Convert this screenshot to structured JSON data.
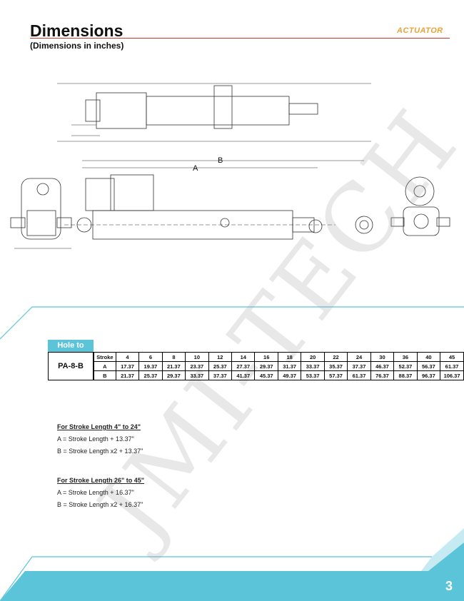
{
  "header": {
    "title": "Dimensions",
    "subtitle": "(Dimensions in inches)",
    "logo_text": "ACTUATOR",
    "accent_color": "#5cc4d9",
    "rule_color": "#c0392b"
  },
  "drawing": {
    "label_b": "B",
    "label_a": "A"
  },
  "watermark": "JMI-TECH",
  "table": {
    "tab_label": "Hole to Hole",
    "model": "PA-8-B",
    "header_label": "Stroke",
    "strokes": [
      "4",
      "6",
      "8",
      "10",
      "12",
      "14",
      "16",
      "18",
      "20",
      "22",
      "24",
      "30",
      "36",
      "40",
      "45"
    ],
    "rows": [
      {
        "label": "A",
        "values": [
          "17.37",
          "19.37",
          "21.37",
          "23.37",
          "25.37",
          "27.37",
          "29.37",
          "31.37",
          "33.37",
          "35.37",
          "37.37",
          "46.37",
          "52.37",
          "56.37",
          "61.37"
        ]
      },
      {
        "label": "B",
        "values": [
          "21.37",
          "25.37",
          "29.37",
          "33.37",
          "37.37",
          "41.37",
          "45.37",
          "49.37",
          "53.37",
          "57.37",
          "61.37",
          "76.37",
          "88.37",
          "96.37",
          "106.37"
        ]
      }
    ]
  },
  "formulas": {
    "group1": {
      "heading": "For Stroke Length 4\" to 24\"",
      "a": "A  = Stroke Length + 13.37\"",
      "b": "B  = Stroke Length x2 + 13.37\""
    },
    "group2": {
      "heading": "For Stroke Length 26\" to 45\"",
      "a": "A  = Stroke Length + 16.37\"",
      "b": "B  = Stroke Length x2 + 16.37\""
    }
  },
  "page_number": "3"
}
